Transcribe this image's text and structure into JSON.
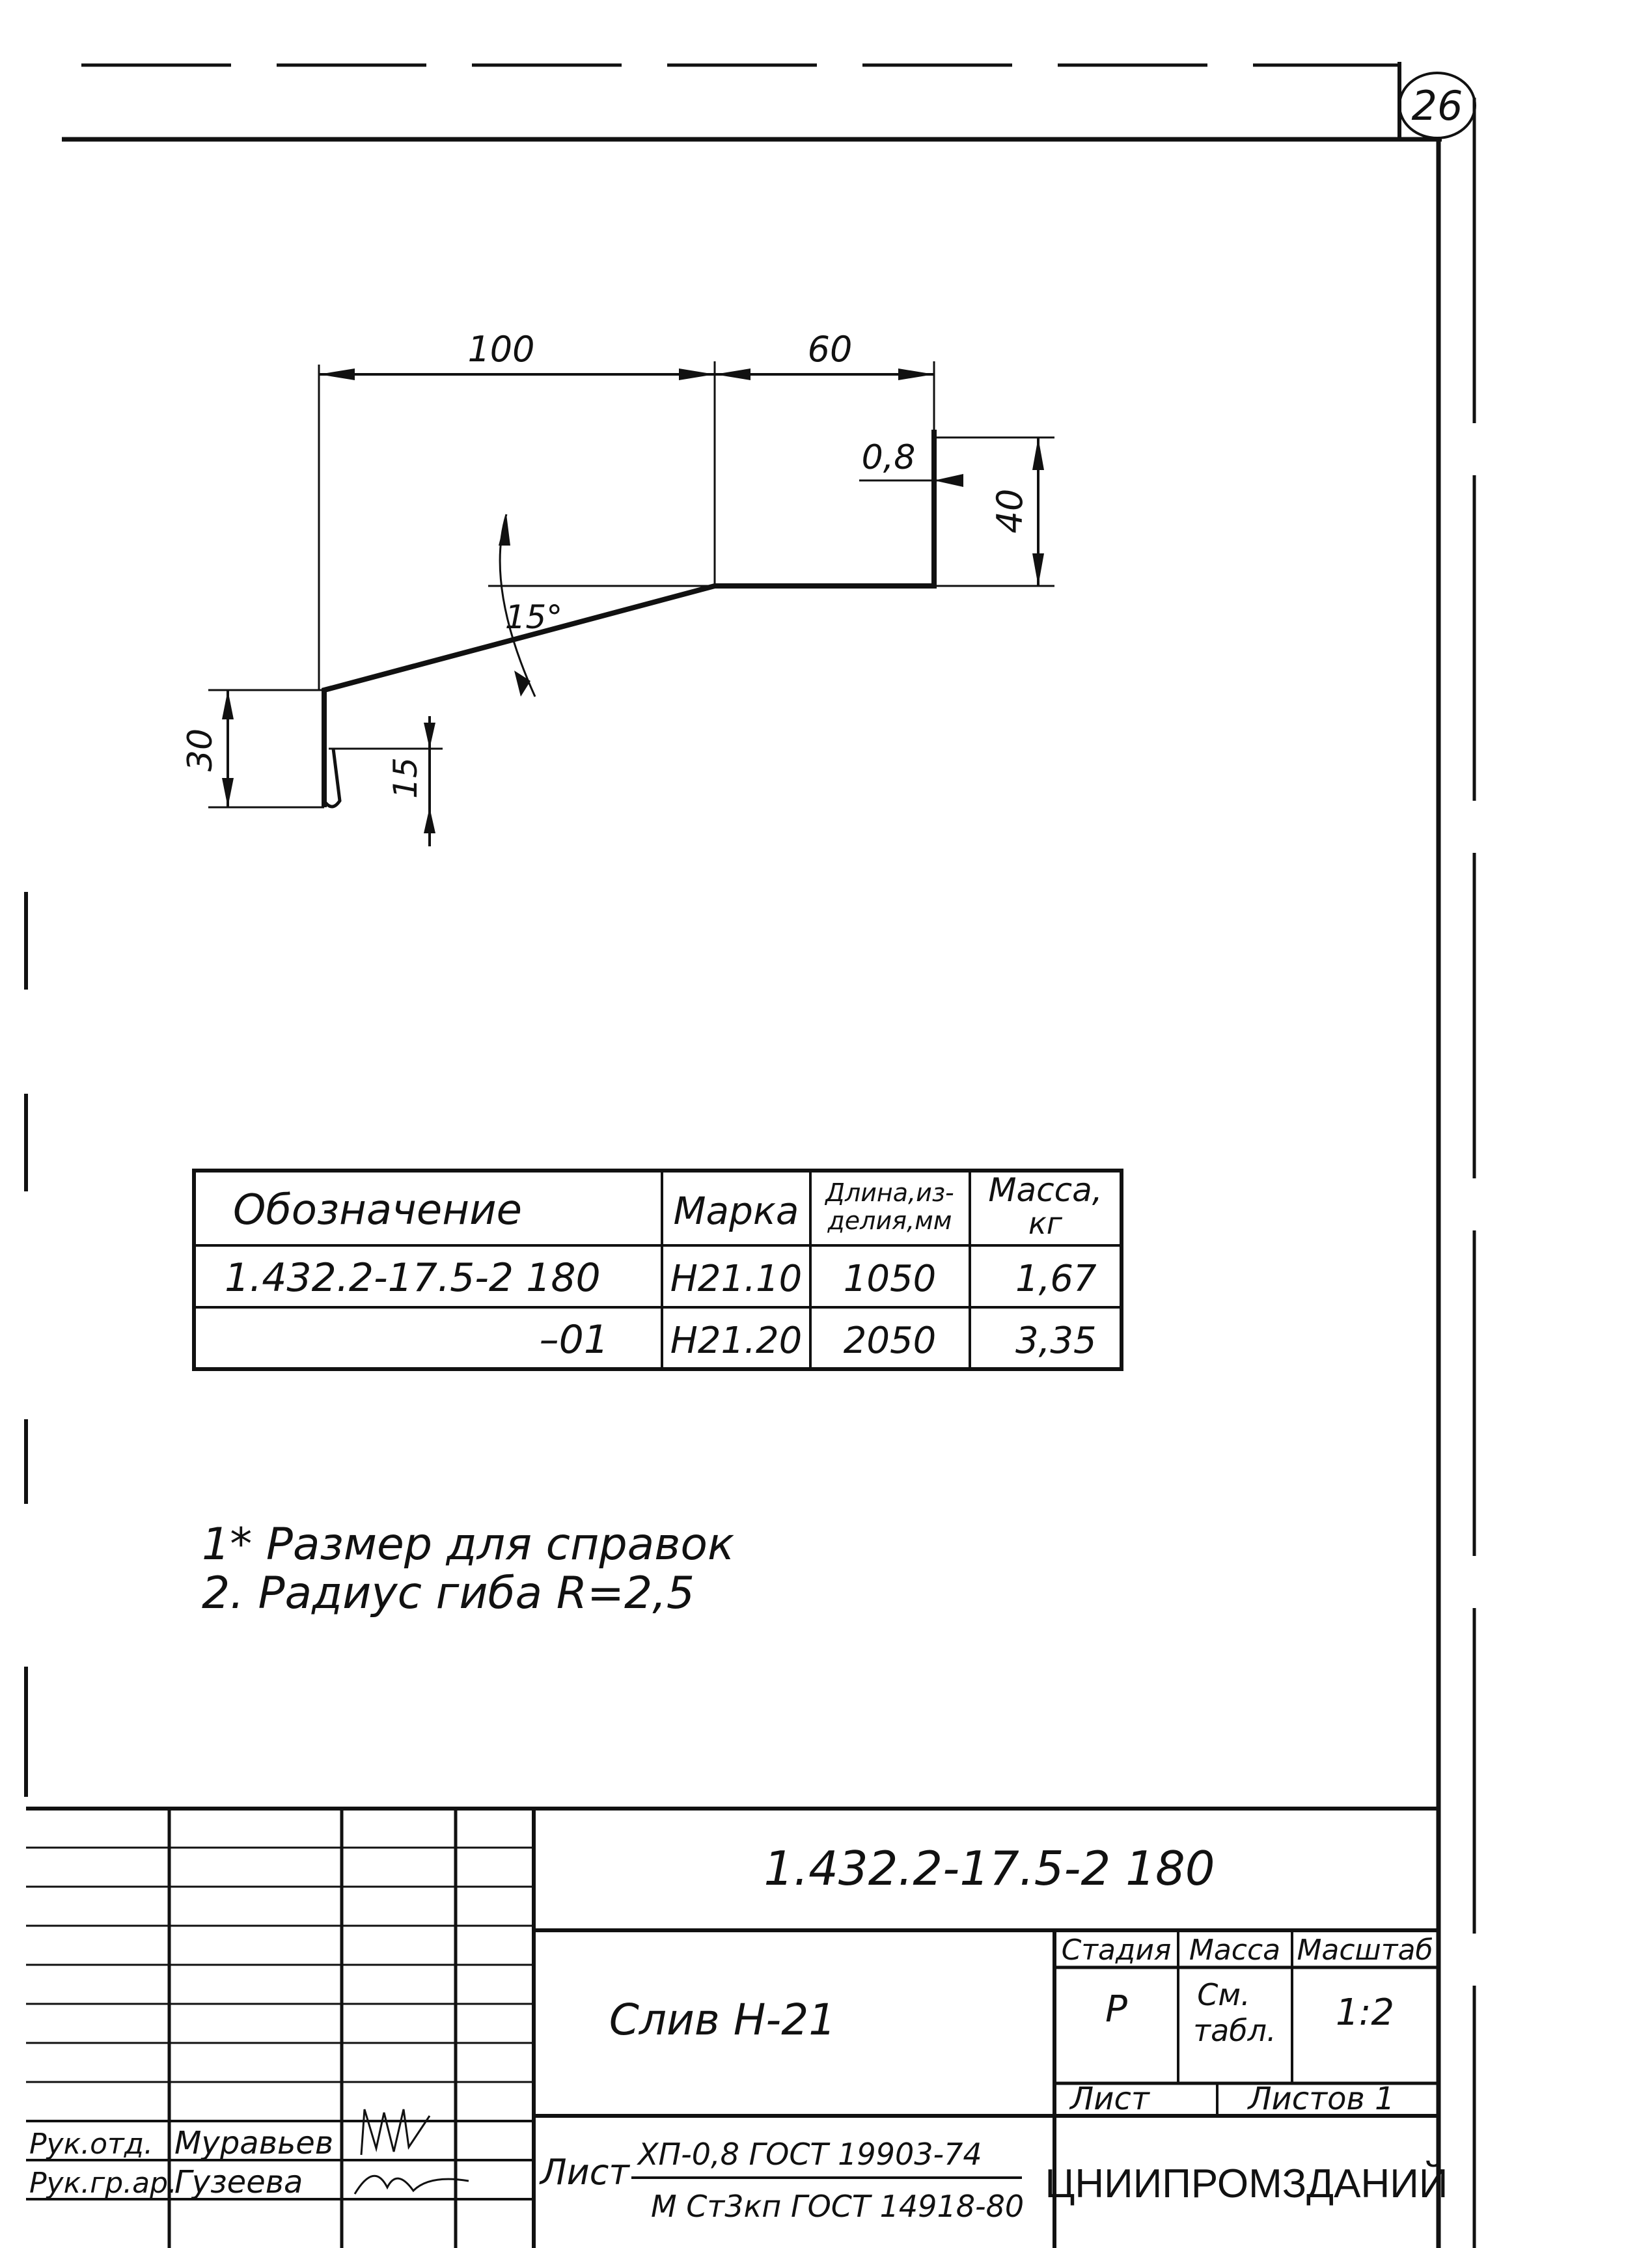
{
  "sheet_number": "26",
  "drawing": {
    "dim_100": "100",
    "dim_60": "60",
    "dim_thickness": "0,8",
    "dim_40": "40",
    "angle": "15°",
    "dim_30": "30",
    "dim_15": "15"
  },
  "spec_table": {
    "headers": {
      "designation": "Обозначение",
      "mark": "Марка",
      "length_line1": "Длина,из-",
      "length_line2": "делия,мм",
      "mass_line1": "Масса,",
      "mass_line2": "кг"
    },
    "rows": [
      {
        "designation": "1.432.2-17.5-2 180",
        "mark": "Н21.10",
        "length": "1050",
        "mass": "1,67"
      },
      {
        "designation": "–01",
        "mark": "Н21.20",
        "length": "2050",
        "mass": "3,35"
      }
    ]
  },
  "notes": [
    "1* Размер для справок",
    "2. Радиус гиба R=2,5"
  ],
  "title_block": {
    "document_code": "1.432.2-17.5-2 180",
    "part_name": "Слив Н-21",
    "stage_label": "Стадия",
    "mass_label": "Масса",
    "scale_label": "Масштаб",
    "stage_value": "Р",
    "mass_value_line1": "См.",
    "mass_value_line2": "табл.",
    "scale_value": "1:2",
    "sheet_label": "Лист",
    "sheets_label": "Листов 1",
    "material_prefix": "Лист",
    "material_line1": "ХП-0,8 ГОСТ 19903-74",
    "material_line2": "М Ст3кп ГОСТ 14918-80",
    "organization": "ЦНИИПРОМЗДАНИЙ",
    "signers": [
      {
        "role": "Рук.отд.",
        "name": "Муравьев"
      },
      {
        "role": "Рук.гр.ар.",
        "name": "Гузеева"
      }
    ]
  }
}
